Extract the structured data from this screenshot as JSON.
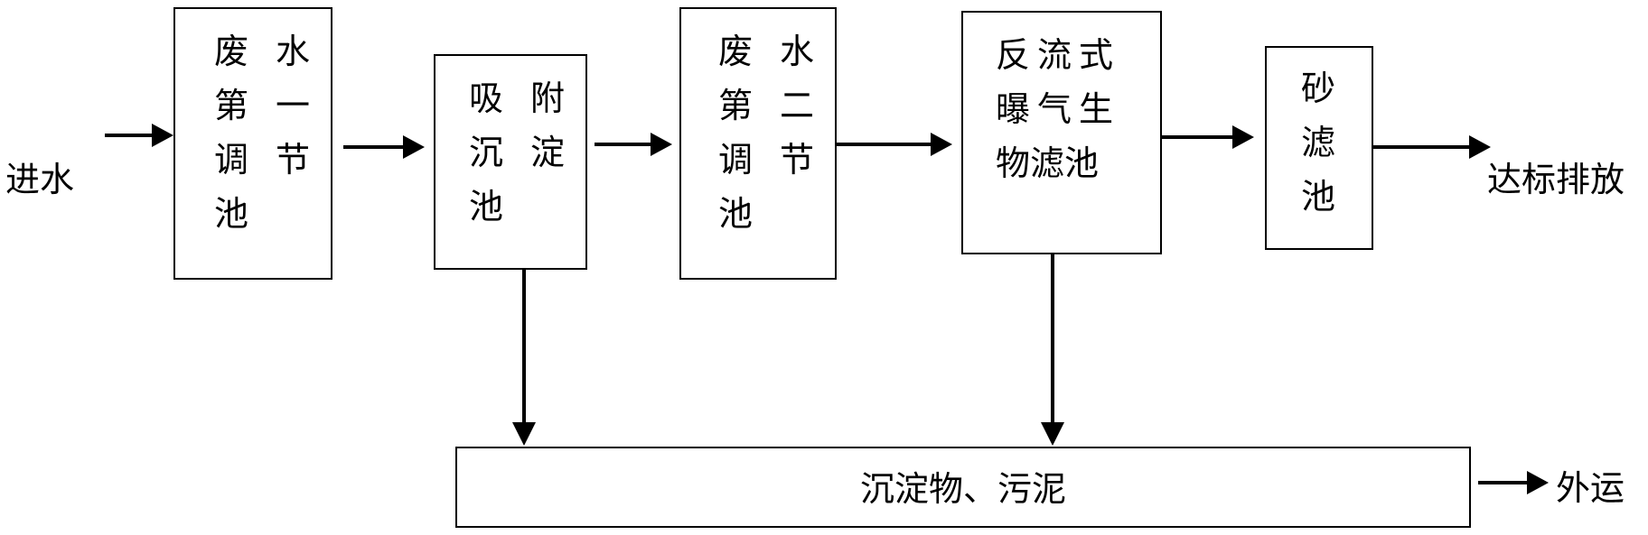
{
  "nodes": {
    "inlet_label": "进水",
    "tank1": {
      "c1": "废",
      "c2": "水",
      "c3": "第",
      "c4": "一",
      "c5": "调",
      "c6": "节",
      "c7": "池"
    },
    "tank2": {
      "c1": "吸",
      "c2": "附",
      "c3": "沉",
      "c4": "淀",
      "c5": "池"
    },
    "tank3": {
      "c1": "废",
      "c2": "水",
      "c3": "第",
      "c4": "二",
      "c5": "调",
      "c6": "节",
      "c7": "池"
    },
    "tank4": {
      "line1": "反流式",
      "line2": "曝气生",
      "line3": "物滤池"
    },
    "tank5": {
      "line1": "砂",
      "line2": "滤",
      "line3": "池"
    },
    "outlet_label": "达标排放",
    "sludge_box": "沉淀物、污泥",
    "sludge_out_label": "外运"
  }
}
